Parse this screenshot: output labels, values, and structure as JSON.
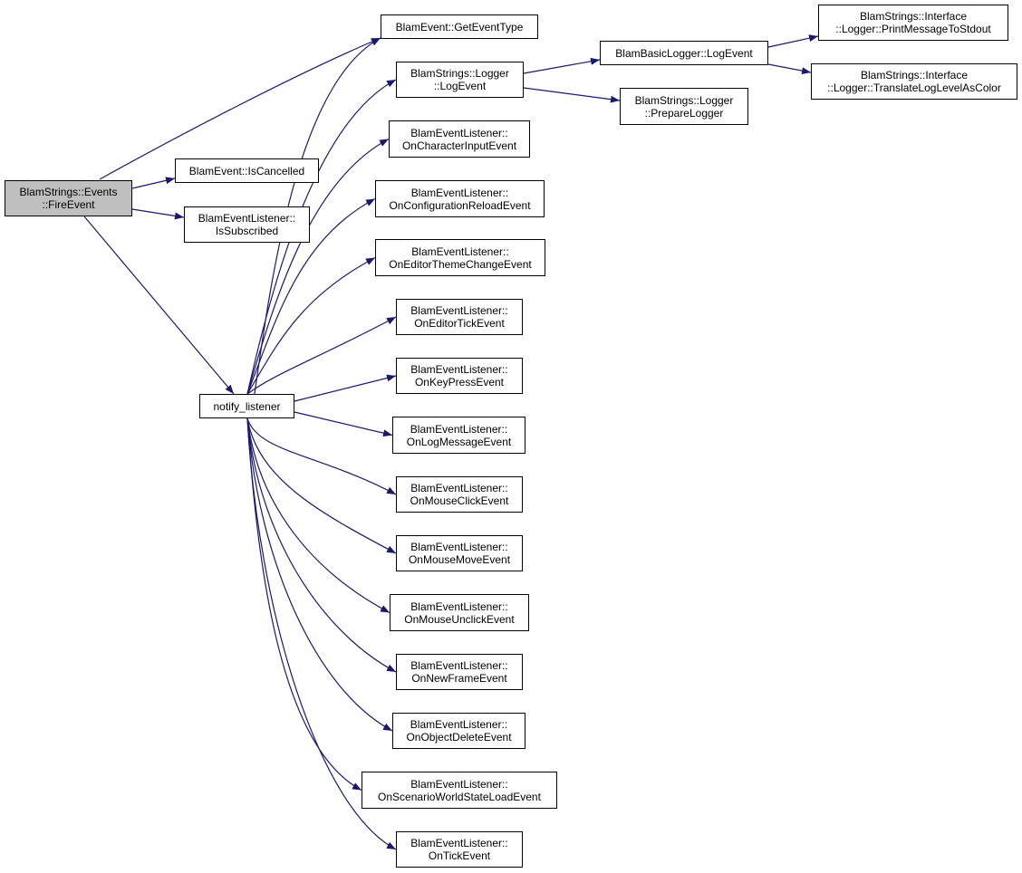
{
  "colors": {
    "edge": "#191970",
    "focus_fill": "#bfbfbf",
    "node_fill": "#ffffff",
    "node_border": "#000000"
  },
  "nodes": {
    "fire_event": [
      "BlamStrings::Events",
      "::FireEvent"
    ],
    "get_event_type": [
      "BlamEvent::GetEventType"
    ],
    "is_cancelled": [
      "BlamEvent::IsCancelled"
    ],
    "is_subscribed": [
      "BlamEventListener::",
      "IsSubscribed"
    ],
    "notify_listener": [
      "notify_listener"
    ],
    "logger_log_event": [
      "BlamStrings::Logger",
      "::LogEvent"
    ],
    "basic_logger_log_event": [
      "BlamBasicLogger::LogEvent"
    ],
    "print_message_to_stdout": [
      "BlamStrings::Interface",
      "::Logger::PrintMessageToStdout"
    ],
    "translate_log_level": [
      "BlamStrings::Interface",
      "::Logger::TranslateLogLevelAsColor"
    ],
    "prepare_logger": [
      "BlamStrings::Logger",
      "::PrepareLogger"
    ],
    "on_character_input": [
      "BlamEventListener::",
      "OnCharacterInputEvent"
    ],
    "on_configuration_reload": [
      "BlamEventListener::",
      "OnConfigurationReloadEvent"
    ],
    "on_editor_theme_change": [
      "BlamEventListener::",
      "OnEditorThemeChangeEvent"
    ],
    "on_editor_tick": [
      "BlamEventListener::",
      "OnEditorTickEvent"
    ],
    "on_key_press": [
      "BlamEventListener::",
      "OnKeyPressEvent"
    ],
    "on_log_message": [
      "BlamEventListener::",
      "OnLogMessageEvent"
    ],
    "on_mouse_click": [
      "BlamEventListener::",
      "OnMouseClickEvent"
    ],
    "on_mouse_move": [
      "BlamEventListener::",
      "OnMouseMoveEvent"
    ],
    "on_mouse_unclick": [
      "BlamEventListener::",
      "OnMouseUnclickEvent"
    ],
    "on_new_frame": [
      "BlamEventListener::",
      "OnNewFrameEvent"
    ],
    "on_object_delete": [
      "BlamEventListener::",
      "OnObjectDeleteEvent"
    ],
    "on_scenario_world_state_load": [
      "BlamEventListener::",
      "OnScenarioWorldStateLoadEvent"
    ],
    "on_tick": [
      "BlamEventListener::",
      "OnTickEvent"
    ]
  },
  "edges": [
    {
      "from": "fire_event",
      "to": "get_event_type"
    },
    {
      "from": "fire_event",
      "to": "is_cancelled"
    },
    {
      "from": "fire_event",
      "to": "is_subscribed"
    },
    {
      "from": "fire_event",
      "to": "notify_listener"
    },
    {
      "from": "notify_listener",
      "to": "get_event_type"
    },
    {
      "from": "notify_listener",
      "to": "logger_log_event"
    },
    {
      "from": "notify_listener",
      "to": "on_character_input"
    },
    {
      "from": "notify_listener",
      "to": "on_configuration_reload"
    },
    {
      "from": "notify_listener",
      "to": "on_editor_theme_change"
    },
    {
      "from": "notify_listener",
      "to": "on_editor_tick"
    },
    {
      "from": "notify_listener",
      "to": "on_key_press"
    },
    {
      "from": "notify_listener",
      "to": "on_log_message"
    },
    {
      "from": "notify_listener",
      "to": "on_mouse_click"
    },
    {
      "from": "notify_listener",
      "to": "on_mouse_move"
    },
    {
      "from": "notify_listener",
      "to": "on_mouse_unclick"
    },
    {
      "from": "notify_listener",
      "to": "on_new_frame"
    },
    {
      "from": "notify_listener",
      "to": "on_object_delete"
    },
    {
      "from": "notify_listener",
      "to": "on_scenario_world_state_load"
    },
    {
      "from": "notify_listener",
      "to": "on_tick"
    },
    {
      "from": "logger_log_event",
      "to": "basic_logger_log_event"
    },
    {
      "from": "logger_log_event",
      "to": "prepare_logger"
    },
    {
      "from": "basic_logger_log_event",
      "to": "print_message_to_stdout"
    },
    {
      "from": "basic_logger_log_event",
      "to": "translate_log_level"
    }
  ]
}
